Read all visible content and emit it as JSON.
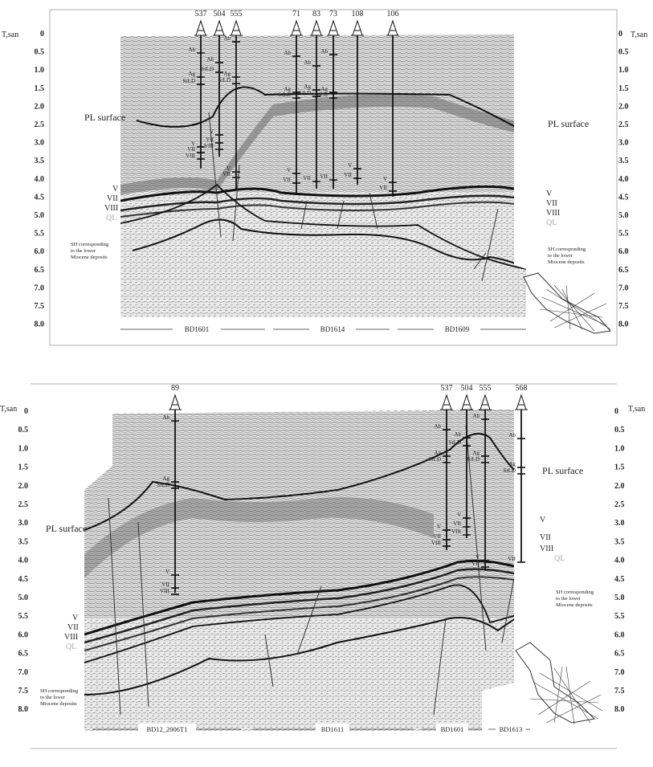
{
  "units": "T,san",
  "tick_labels": [
    "0",
    "0.5",
    "1.0",
    "1.5",
    "2.0",
    "2.5",
    "3.0",
    "3.5",
    "4.0",
    "4.5",
    "5.0",
    "5.5",
    "6.0",
    "6.5",
    "7.0",
    "7.5",
    "8.0"
  ],
  "tick_labels_bottom": [
    "0",
    "0.5",
    "1.0",
    "1.5",
    "2.0",
    "2.5",
    "3.0",
    "3.5",
    "4.0",
    "4.5",
    "5.0",
    "5.5",
    "6.0",
    "6.5",
    "7.0",
    "7.5",
    "8.0"
  ],
  "top": {
    "wells": [
      "537",
      "504",
      "555",
      "71",
      "83",
      "73",
      "108",
      "106"
    ],
    "pl_surface_label": "PL surface",
    "horizons_right": [
      "V",
      "VII",
      "VIII",
      "QL"
    ],
    "horizons_left": [
      "V",
      "VII",
      "VIII",
      "QL"
    ],
    "sh_note": "SH corresponding to the lower Miocene deposits",
    "well_tops": [
      "Ab",
      "Ag",
      "SrLD",
      "V",
      "VII",
      "VIII"
    ],
    "profiles": [
      "BD1601",
      "BD1614",
      "BD1609"
    ]
  },
  "bottom": {
    "wells": [
      "89",
      "537",
      "504",
      "555",
      "568"
    ],
    "pl_surface_label": "PL surface",
    "horizons_left": [
      "V",
      "VII",
      "VIII",
      "QL"
    ],
    "horizons_right": [
      "V",
      "VII",
      "VIII",
      "QL"
    ],
    "sh_note": "SH corresponding to the lower Miocene deposits",
    "well_tops": [
      "Ab",
      "Ag",
      "SrLD",
      "V",
      "VII",
      "VIII"
    ],
    "profiles": [
      "BD12_2006T1",
      "BD1611",
      "BD1601",
      "BD1613"
    ]
  }
}
